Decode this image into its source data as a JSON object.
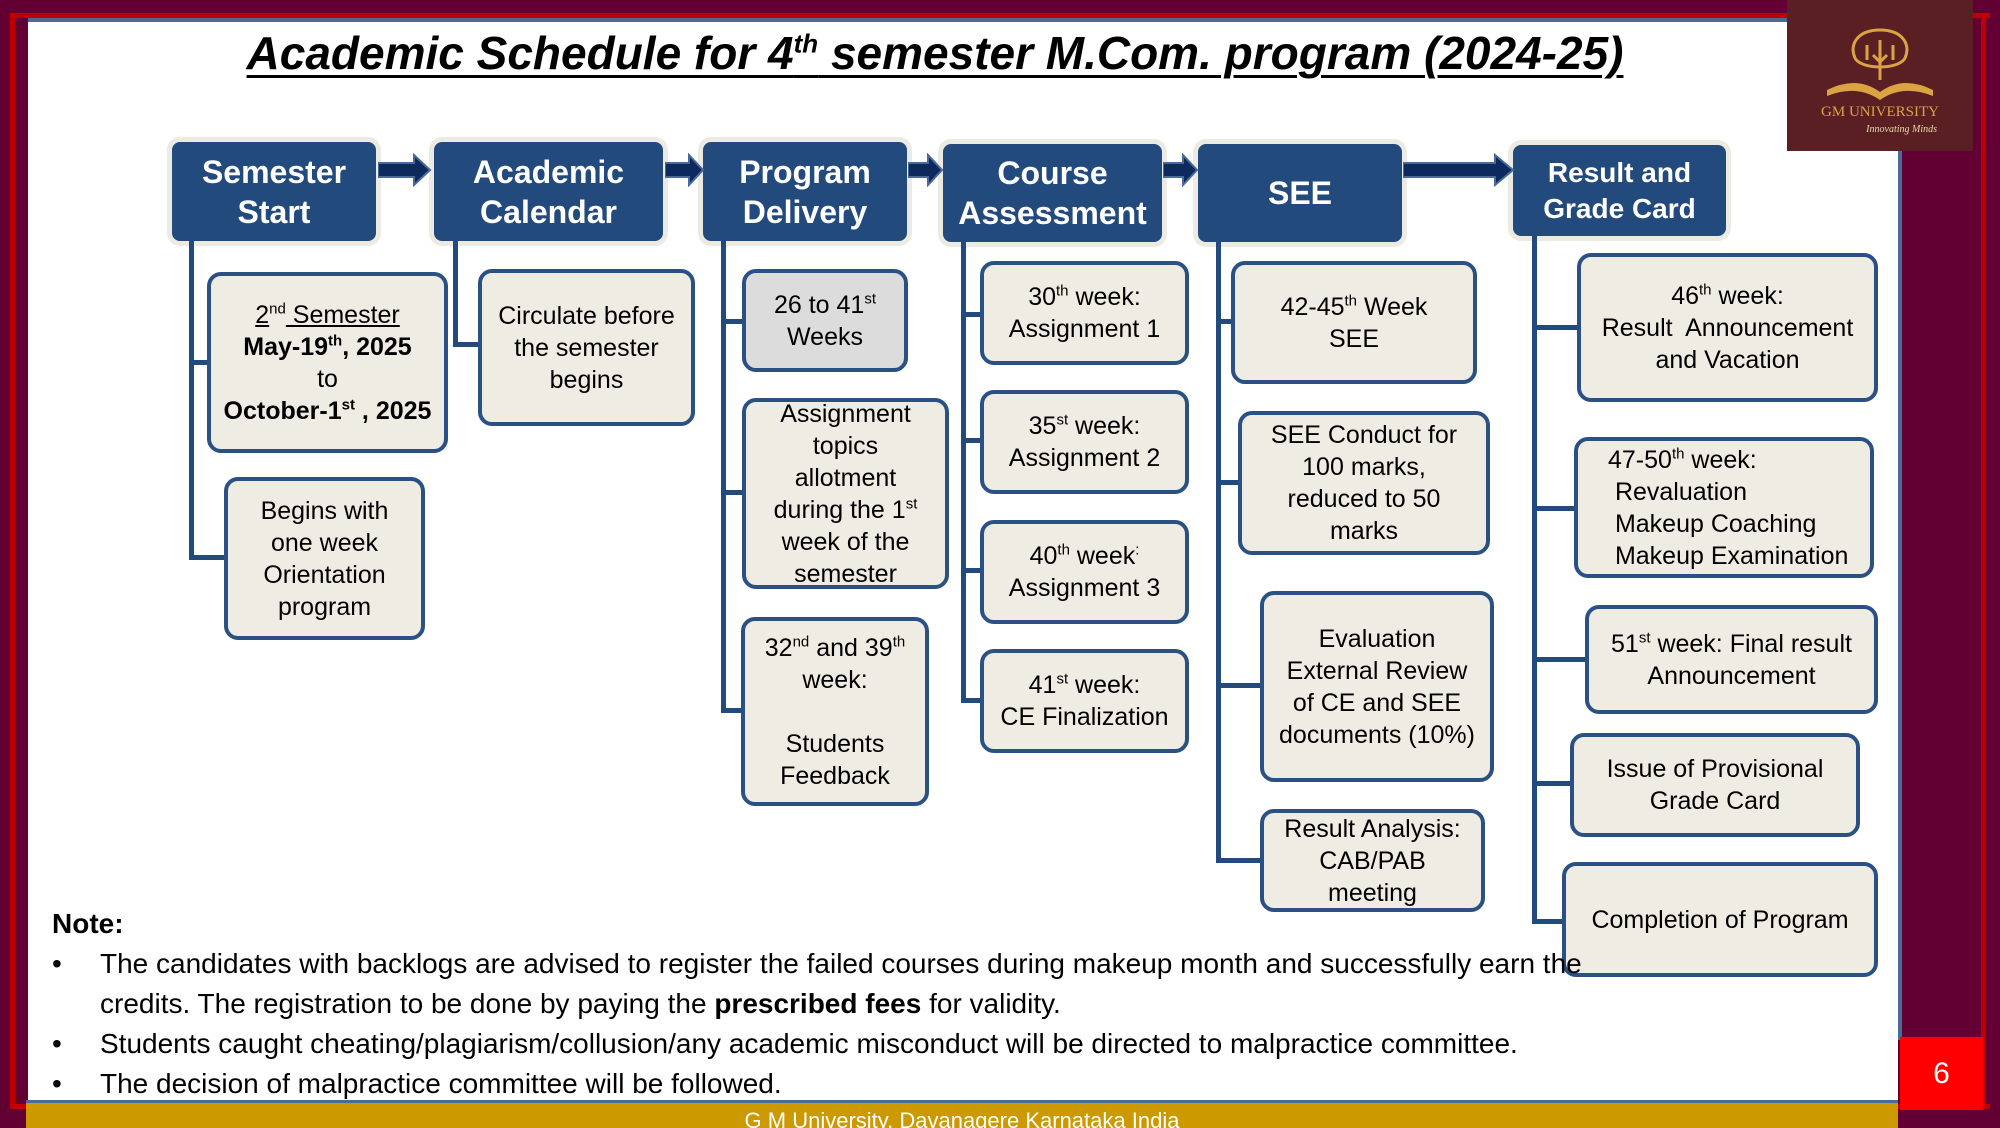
{
  "title": {
    "main": "Academic Schedule for 4",
    "sup": "th",
    "rest": " semester M.Com. program (2024-25)"
  },
  "logo": {
    "name": "GM UNIVERSITY",
    "tagline": "Innovating Minds"
  },
  "colors": {
    "header": "#234a7c",
    "box": "#eeece3",
    "border": "#620034",
    "accent_red": "#c00000",
    "footer": "#cc9900"
  },
  "headers": [
    {
      "lines": [
        "Semester",
        "Start"
      ]
    },
    {
      "lines": [
        "Academic",
        "Calendar"
      ]
    },
    {
      "lines": [
        "Program",
        "Delivery"
      ]
    },
    {
      "lines": [
        "Course",
        "Assessment"
      ]
    },
    {
      "lines": [
        "SEE"
      ]
    },
    {
      "lines": [
        "Result and",
        "Grade Card"
      ]
    }
  ],
  "boxes": [
    {
      "lines": [
        [
          {
            "text": "2",
            "style": "u"
          },
          {
            "text": "nd",
            "style": "sup"
          },
          {
            "text": " Semester",
            "style": "u"
          }
        ],
        [
          {
            "text": "May-19",
            "style": "b"
          },
          {
            "text": "th",
            "style": "sup b"
          },
          {
            "text": ", 2025",
            "style": "b"
          }
        ],
        [
          {
            "text": "to"
          }
        ],
        [
          {
            "text": "October-1",
            "style": "b"
          },
          {
            "text": "st",
            "style": "sup b"
          },
          {
            "text": " , 2025",
            "style": "b"
          }
        ]
      ]
    },
    {
      "lines": [
        [
          {
            "text": "Begins with"
          }
        ],
        [
          {
            "text": "one week"
          }
        ],
        [
          {
            "text": "Orientation"
          }
        ],
        [
          {
            "text": "program"
          }
        ]
      ]
    },
    {
      "lines": [
        [
          {
            "text": "Circulate before"
          }
        ],
        [
          {
            "text": "the semester"
          }
        ],
        [
          {
            "text": "begins"
          }
        ]
      ]
    },
    {
      "lines": [
        [
          {
            "text": "26 to 41"
          },
          {
            "text": "st",
            "style": "sup"
          }
        ],
        [
          {
            "text": "Weeks"
          }
        ]
      ]
    },
    {
      "lines": [
        [
          {
            "text": "Assignment"
          }
        ],
        [
          {
            "text": "topics"
          }
        ],
        [
          {
            "text": "allotment"
          }
        ],
        [
          {
            "text": "during the 1"
          },
          {
            "text": "st",
            "style": "sup"
          }
        ],
        [
          {
            "text": "week of the"
          }
        ],
        [
          {
            "text": "semester"
          }
        ]
      ]
    },
    {
      "lines": [
        [
          {
            "text": "32"
          },
          {
            "text": "nd",
            "style": "sup"
          },
          {
            "text": " and 39"
          },
          {
            "text": "th",
            "style": "sup"
          }
        ],
        [
          {
            "text": "week:"
          }
        ],
        [
          {
            "text": " "
          }
        ],
        [
          {
            "text": "Students"
          }
        ],
        [
          {
            "text": "Feedback"
          }
        ]
      ]
    },
    {
      "lines": [
        [
          {
            "text": "30"
          },
          {
            "text": "th",
            "style": "sup"
          },
          {
            "text": " week:"
          }
        ],
        [
          {
            "text": "Assignment 1"
          }
        ]
      ]
    },
    {
      "lines": [
        [
          {
            "text": "35"
          },
          {
            "text": "st",
            "style": "sup"
          },
          {
            "text": " week:"
          }
        ],
        [
          {
            "text": "Assignment 2"
          }
        ]
      ]
    },
    {
      "lines": [
        [
          {
            "text": "40"
          },
          {
            "text": "th",
            "style": "sup"
          },
          {
            "text": " week"
          },
          {
            "text": ":",
            "style": "sup"
          }
        ],
        [
          {
            "text": "Assignment 3"
          }
        ]
      ]
    },
    {
      "lines": [
        [
          {
            "text": "41"
          },
          {
            "text": "st",
            "style": "sup"
          },
          {
            "text": " week:"
          }
        ],
        [
          {
            "text": "CE Finalization"
          }
        ]
      ]
    },
    {
      "lines": [
        [
          {
            "text": "42-45"
          },
          {
            "text": "th",
            "style": "sup"
          },
          {
            "text": " Week"
          }
        ],
        [
          {
            "text": "SEE"
          }
        ]
      ]
    },
    {
      "lines": [
        [
          {
            "text": "SEE Conduct for"
          }
        ],
        [
          {
            "text": "100 marks,"
          }
        ],
        [
          {
            "text": "reduced to 50"
          }
        ],
        [
          {
            "text": "marks"
          }
        ]
      ]
    },
    {
      "lines": [
        [
          {
            "text": "Evaluation"
          }
        ],
        [
          {
            "text": "External Review"
          }
        ],
        [
          {
            "text": "of CE and SEE"
          }
        ],
        [
          {
            "text": "documents (10%)"
          }
        ]
      ]
    },
    {
      "lines": [
        [
          {
            "text": "Result Analysis:"
          }
        ],
        [
          {
            "text": "CAB/PAB"
          }
        ],
        [
          {
            "text": "meeting"
          }
        ]
      ]
    },
    {
      "lines": [
        [
          {
            "text": "46"
          },
          {
            "text": "th",
            "style": "sup"
          },
          {
            "text": " week:"
          }
        ],
        [
          {
            "text": "Result  Announcement"
          }
        ],
        [
          {
            "text": "and Vacation"
          }
        ]
      ]
    },
    {
      "lines": [
        [
          {
            "text": "47-50"
          },
          {
            "text": "th",
            "style": "sup"
          },
          {
            "text": " week:"
          }
        ],
        [
          {
            "text": " Revaluation"
          }
        ],
        [
          {
            "text": " Makeup Coaching"
          }
        ],
        [
          {
            "text": " Makeup Examination"
          }
        ]
      ]
    },
    {
      "lines": [
        [
          {
            "text": "51"
          },
          {
            "text": "st",
            "style": "sup"
          },
          {
            "text": " week: Final result"
          }
        ],
        [
          {
            "text": "Announcement"
          }
        ]
      ]
    },
    {
      "lines": [
        [
          {
            "text": "Issue of Provisional"
          }
        ],
        [
          {
            "text": "Grade Card"
          }
        ]
      ]
    },
    {
      "lines": [
        [
          {
            "text": "Completion of Program"
          }
        ]
      ]
    }
  ],
  "note": {
    "heading": "Note:",
    "bullet_glyph": "•",
    "bullets": [
      [
        {
          "text": "The candidates with backlogs are advised to register the failed courses during makeup month and successfully earn the credits. The registration to be done by paying the "
        },
        {
          "text": "prescribed fees",
          "style": "b"
        },
        {
          "text": " for validity."
        }
      ],
      [
        {
          "text": "Students caught cheating/plagiarism/collusion/any academic misconduct will be directed to malpractice committee."
        }
      ],
      [
        {
          "text": "The decision of malpractice committee will be followed."
        }
      ]
    ]
  },
  "footer": {
    "text": "G M University, Davanagere Karnataka India"
  },
  "page_number": "6"
}
